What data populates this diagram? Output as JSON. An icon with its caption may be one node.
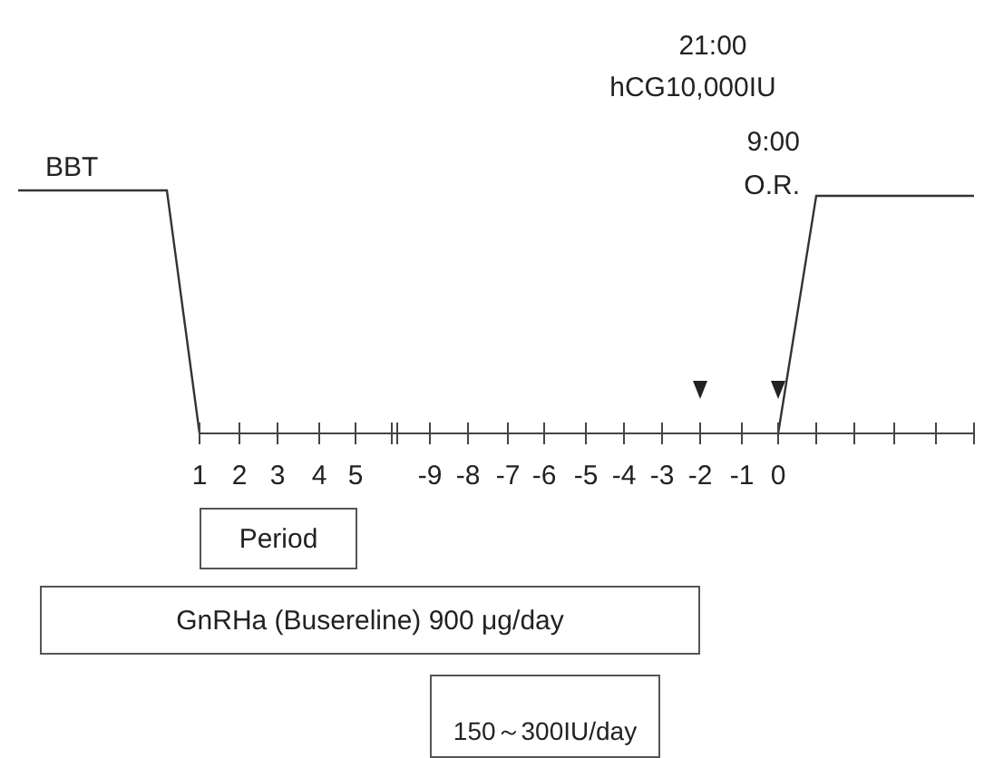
{
  "diagram": {
    "nodes": [
      {
        "text": [
          "Period"
        ]
      },
      {
        "text": [
          "GnRHa (Busereline) 900 μg/day"
        ]
      },
      {
        "text": [
          "150～300IU/day"
        ]
      }
    ],
    "labels": [
      "21:00",
      "hCG10,000IU",
      "9:00",
      "BBT",
      "O.R.",
      "1",
      "2",
      "3",
      "4",
      "5",
      "-9",
      "-8",
      "-7",
      "-6",
      "-5",
      "-4",
      "-3",
      "-2",
      "-1",
      "0"
    ]
  }
}
